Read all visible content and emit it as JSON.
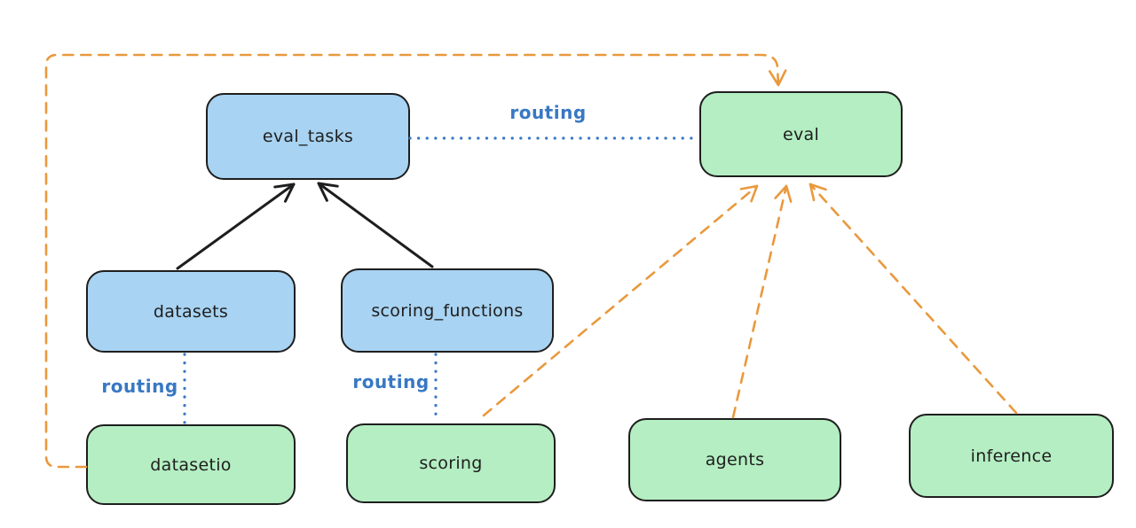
{
  "diagram": {
    "nodes": {
      "eval_tasks": {
        "label": "eval_tasks",
        "kind": "api",
        "fill": "#a8d3f2"
      },
      "eval": {
        "label": "eval",
        "kind": "provider",
        "fill": "#b4eec2"
      },
      "datasets": {
        "label": "datasets",
        "kind": "api",
        "fill": "#a8d3f2"
      },
      "scoring_functions": {
        "label": "scoring_functions",
        "kind": "api",
        "fill": "#a8d3f2"
      },
      "datasetio": {
        "label": "datasetio",
        "kind": "provider",
        "fill": "#b4eec2"
      },
      "scoring": {
        "label": "scoring",
        "kind": "provider",
        "fill": "#b4eec2"
      },
      "agents": {
        "label": "agents",
        "kind": "provider",
        "fill": "#b4eec2"
      },
      "inference": {
        "label": "inference",
        "kind": "provider",
        "fill": "#b4eec2"
      }
    },
    "edges": [
      {
        "from": "eval_tasks",
        "to": "eval",
        "label": "routing",
        "style": "dotted",
        "color": "#3878c4"
      },
      {
        "from": "datasets",
        "to": "datasetio",
        "label": "routing",
        "style": "dotted",
        "color": "#3878c4"
      },
      {
        "from": "scoring_functions",
        "to": "scoring",
        "label": "routing",
        "style": "dotted",
        "color": "#3878c4"
      },
      {
        "from": "datasets",
        "to": "eval_tasks",
        "label": "",
        "style": "solid-arrow",
        "color": "#1e1e1e"
      },
      {
        "from": "scoring_functions",
        "to": "eval_tasks",
        "label": "",
        "style": "solid-arrow",
        "color": "#1e1e1e"
      },
      {
        "from": "datasetio",
        "to": "eval",
        "label": "",
        "style": "dashed-arrow",
        "color": "#e9993d"
      },
      {
        "from": "scoring",
        "to": "eval",
        "label": "",
        "style": "dashed-arrow",
        "color": "#e9993d"
      },
      {
        "from": "agents",
        "to": "eval",
        "label": "",
        "style": "dashed-arrow",
        "color": "#e9993d"
      },
      {
        "from": "inference",
        "to": "eval",
        "label": "",
        "style": "dashed-arrow",
        "color": "#e9993d"
      }
    ],
    "colors": {
      "api_fill": "#a8d3f2",
      "provider_fill": "#b4eec2",
      "stroke": "#1e1e1e",
      "routing_blue": "#3878c4",
      "dashed_orange": "#e9993d",
      "background": "#ffffff"
    }
  }
}
